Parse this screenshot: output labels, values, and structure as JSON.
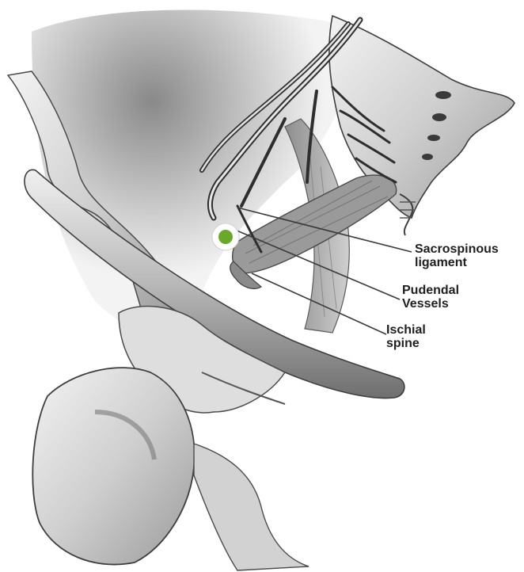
{
  "labels": {
    "sacrospinous": {
      "line1": "Sacrospinous",
      "line2": "ligament"
    },
    "pudendal": {
      "line1": "Pudendal",
      "line2": "Vessels"
    },
    "ischial": {
      "line1": "Ischial",
      "line2": "spine"
    }
  },
  "colors": {
    "marker_fill": "#6aa82a",
    "marker_ring": "#ffffff",
    "ink": "#1f1f1f",
    "bone": "#d6d6d6",
    "vessel": "#3a3a3a",
    "ligament": "#a8a8a8"
  }
}
